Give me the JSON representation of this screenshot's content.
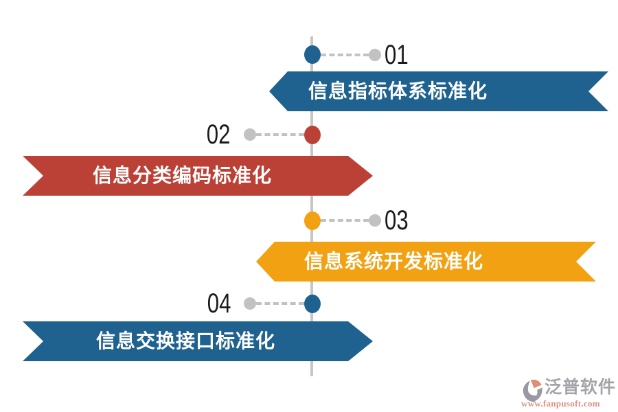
{
  "items": [
    {
      "number": "01",
      "label": "信息指标体系标准化",
      "color": "#1f618f"
    },
    {
      "number": "02",
      "label": "信息分类编码标准化",
      "color": "#bb4136"
    },
    {
      "number": "03",
      "label": "信息系统开发标准化",
      "color": "#f2a113"
    },
    {
      "number": "04",
      "label": "信息交换接口标准化",
      "color": "#1f618f"
    }
  ],
  "timeline": {
    "line_color": "#c6c6c6",
    "connector_color": "#c2c2c2"
  },
  "watermark": {
    "title": "泛普软件",
    "url": "www.fanpusoft.com",
    "title_color": "#a5a3a9",
    "url_color": "#dd9184"
  }
}
